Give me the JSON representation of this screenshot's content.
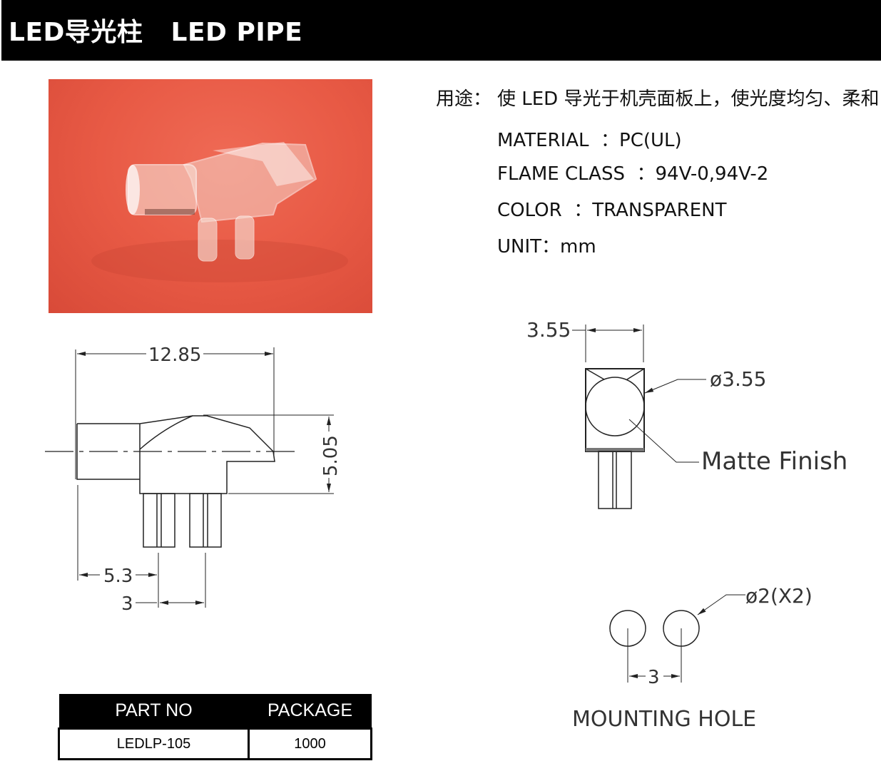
{
  "header": {
    "title": "LED导光柱   LED PIPE"
  },
  "specs": {
    "usage_label": "用途：",
    "usage_text": "使 LED 导光于机壳面板上，使光度均匀、柔和",
    "material": "MATERIAL  ：PC(UL)",
    "flame_class": "FLAME CLASS  ：94V-0,94V-2",
    "color": "COLOR  ：TRANSPARENT",
    "unit": "UNIT：mm"
  },
  "side_view": {
    "length": "12.85",
    "height": "5.05",
    "pin_offset": "5.3",
    "pin_pitch": "3"
  },
  "front_view": {
    "width": "3.55",
    "lens_diameter": "ø3.55",
    "finish": "Matte  Finish"
  },
  "mounting_hole": {
    "hole_diameter": "ø2(X2)",
    "pitch": "3",
    "label": "MOUNTING  HOLE"
  },
  "table": {
    "headers": [
      "PART NO",
      "PACKAGE"
    ],
    "rows": [
      [
        "LEDLP-105",
        "1000"
      ]
    ]
  },
  "colors": {
    "photo_background": "#e85a45",
    "header_background": "#000000"
  }
}
